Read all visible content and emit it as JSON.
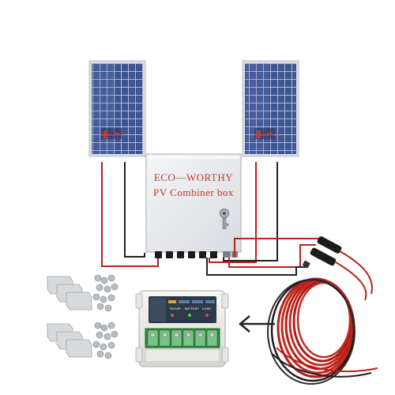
{
  "combiner_box": {
    "brand": "ECO—WORTHY",
    "model": "PV Combiner box"
  },
  "controller": {
    "labels": [
      "SOLAR",
      "BATTERY",
      "LOAD"
    ]
  },
  "colors": {
    "panel_blue": "#3b4f8f",
    "frame_silver": "#d9dde3",
    "wire_red": "#b8241d",
    "wire_black": "#222222",
    "box_gray": "#e8eaed",
    "terminal_green": "#2f8a3a"
  }
}
